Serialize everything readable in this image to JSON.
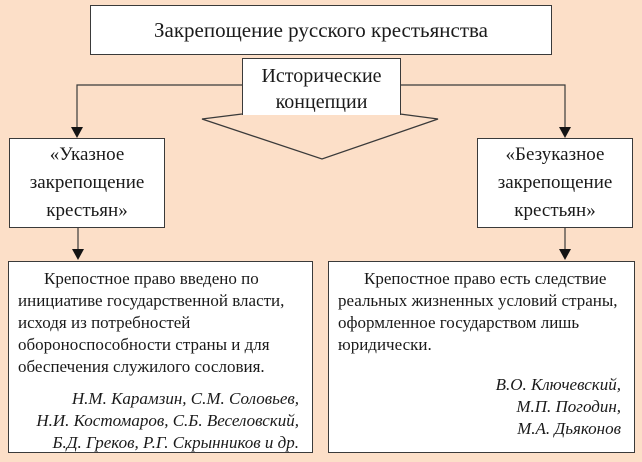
{
  "page": {
    "background_color": "#fcdfc8",
    "box_fill_color": "#ffffff",
    "border_color": "#3a3a3a",
    "text_color": "#1a1a1a"
  },
  "title": "Закрепощение русского крестьянства",
  "concepts_arrow": {
    "label": "Исторические концепции"
  },
  "left_branch": {
    "heading": "«Указное закрепощение крестьян»",
    "body": "Крепостное право введено по инициативе государственной власти, исходя из потребностей обороноспособности страны и для обеспечения служилого сословия.",
    "authors": [
      "Н.М. Карамзин, С.М. Соловьев,",
      "Н.И. Костомаров, С.Б. Веселовский,",
      "Б.Д. Греков, Р.Г. Скрынников и др."
    ]
  },
  "right_branch": {
    "heading": "«Безуказное закрепощение крестьян»",
    "body": "Крепостное право есть следствие реальных жизненных условий страны, оформленное государством лишь юридически.",
    "authors": [
      "В.О. Ключевский,",
      "М.П. Погодин,",
      "М.А. Дьяконов"
    ]
  }
}
